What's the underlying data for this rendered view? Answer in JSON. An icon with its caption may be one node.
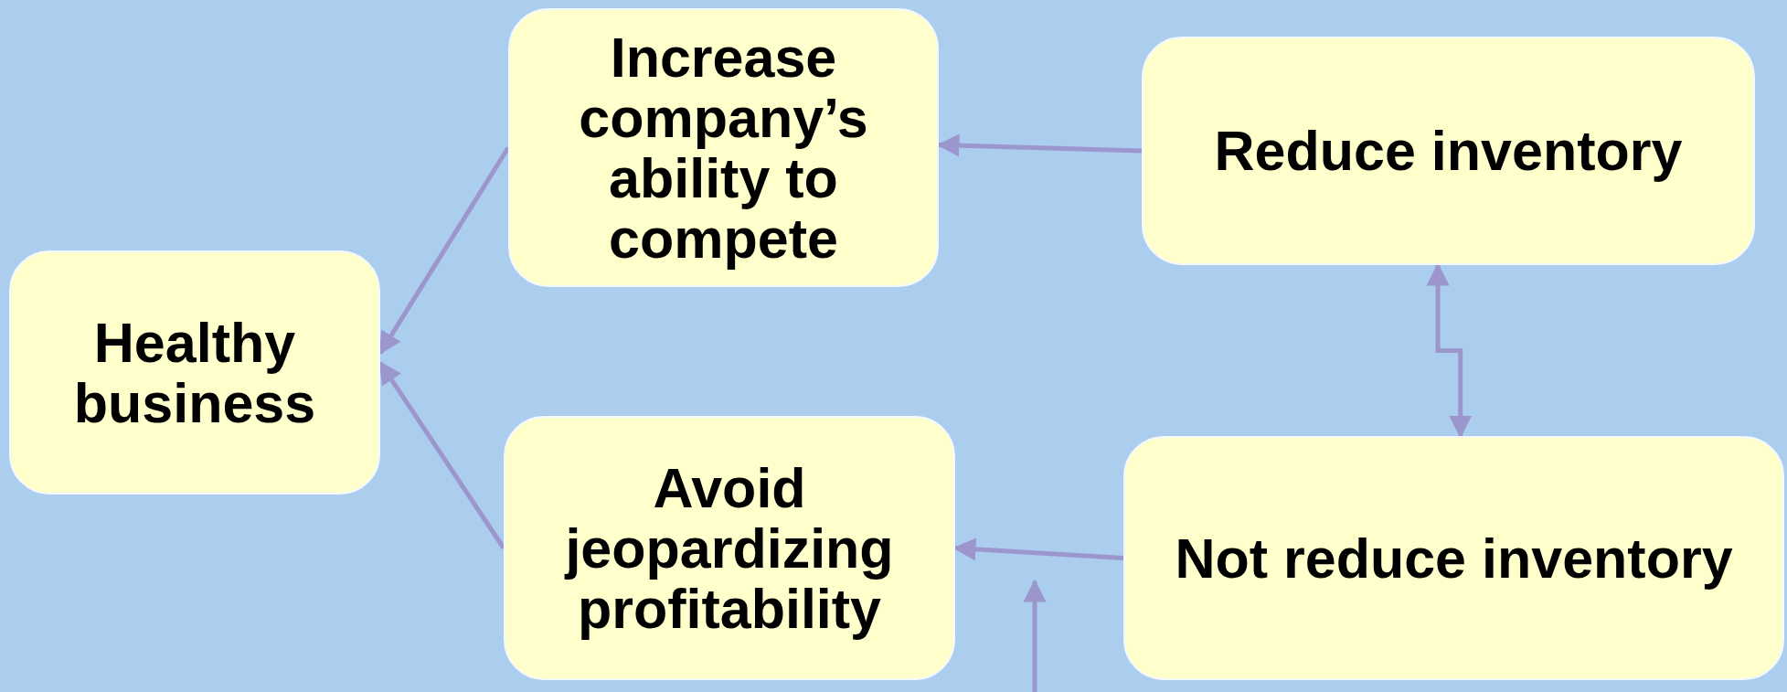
{
  "diagram": {
    "nodes": [
      {
        "text": [
          "Healthy business"
        ]
      },
      {
        "text": [
          "Increase company’s ability to compete"
        ]
      },
      {
        "text": [
          "Reduce inventory"
        ]
      },
      {
        "text": [
          "Avoid jeopardizing profitability"
        ]
      },
      {
        "text": [
          "Not reduce inventory"
        ]
      }
    ],
    "edges": [
      {
        "from": 1,
        "to": 0,
        "arrow": "to"
      },
      {
        "from": 3,
        "to": 0,
        "arrow": "to"
      },
      {
        "from": 2,
        "to": 1,
        "arrow": "to"
      },
      {
        "from": 4,
        "to": 3,
        "arrow": "to"
      },
      {
        "from": 2,
        "to": 4,
        "arrow": "both"
      }
    ]
  }
}
